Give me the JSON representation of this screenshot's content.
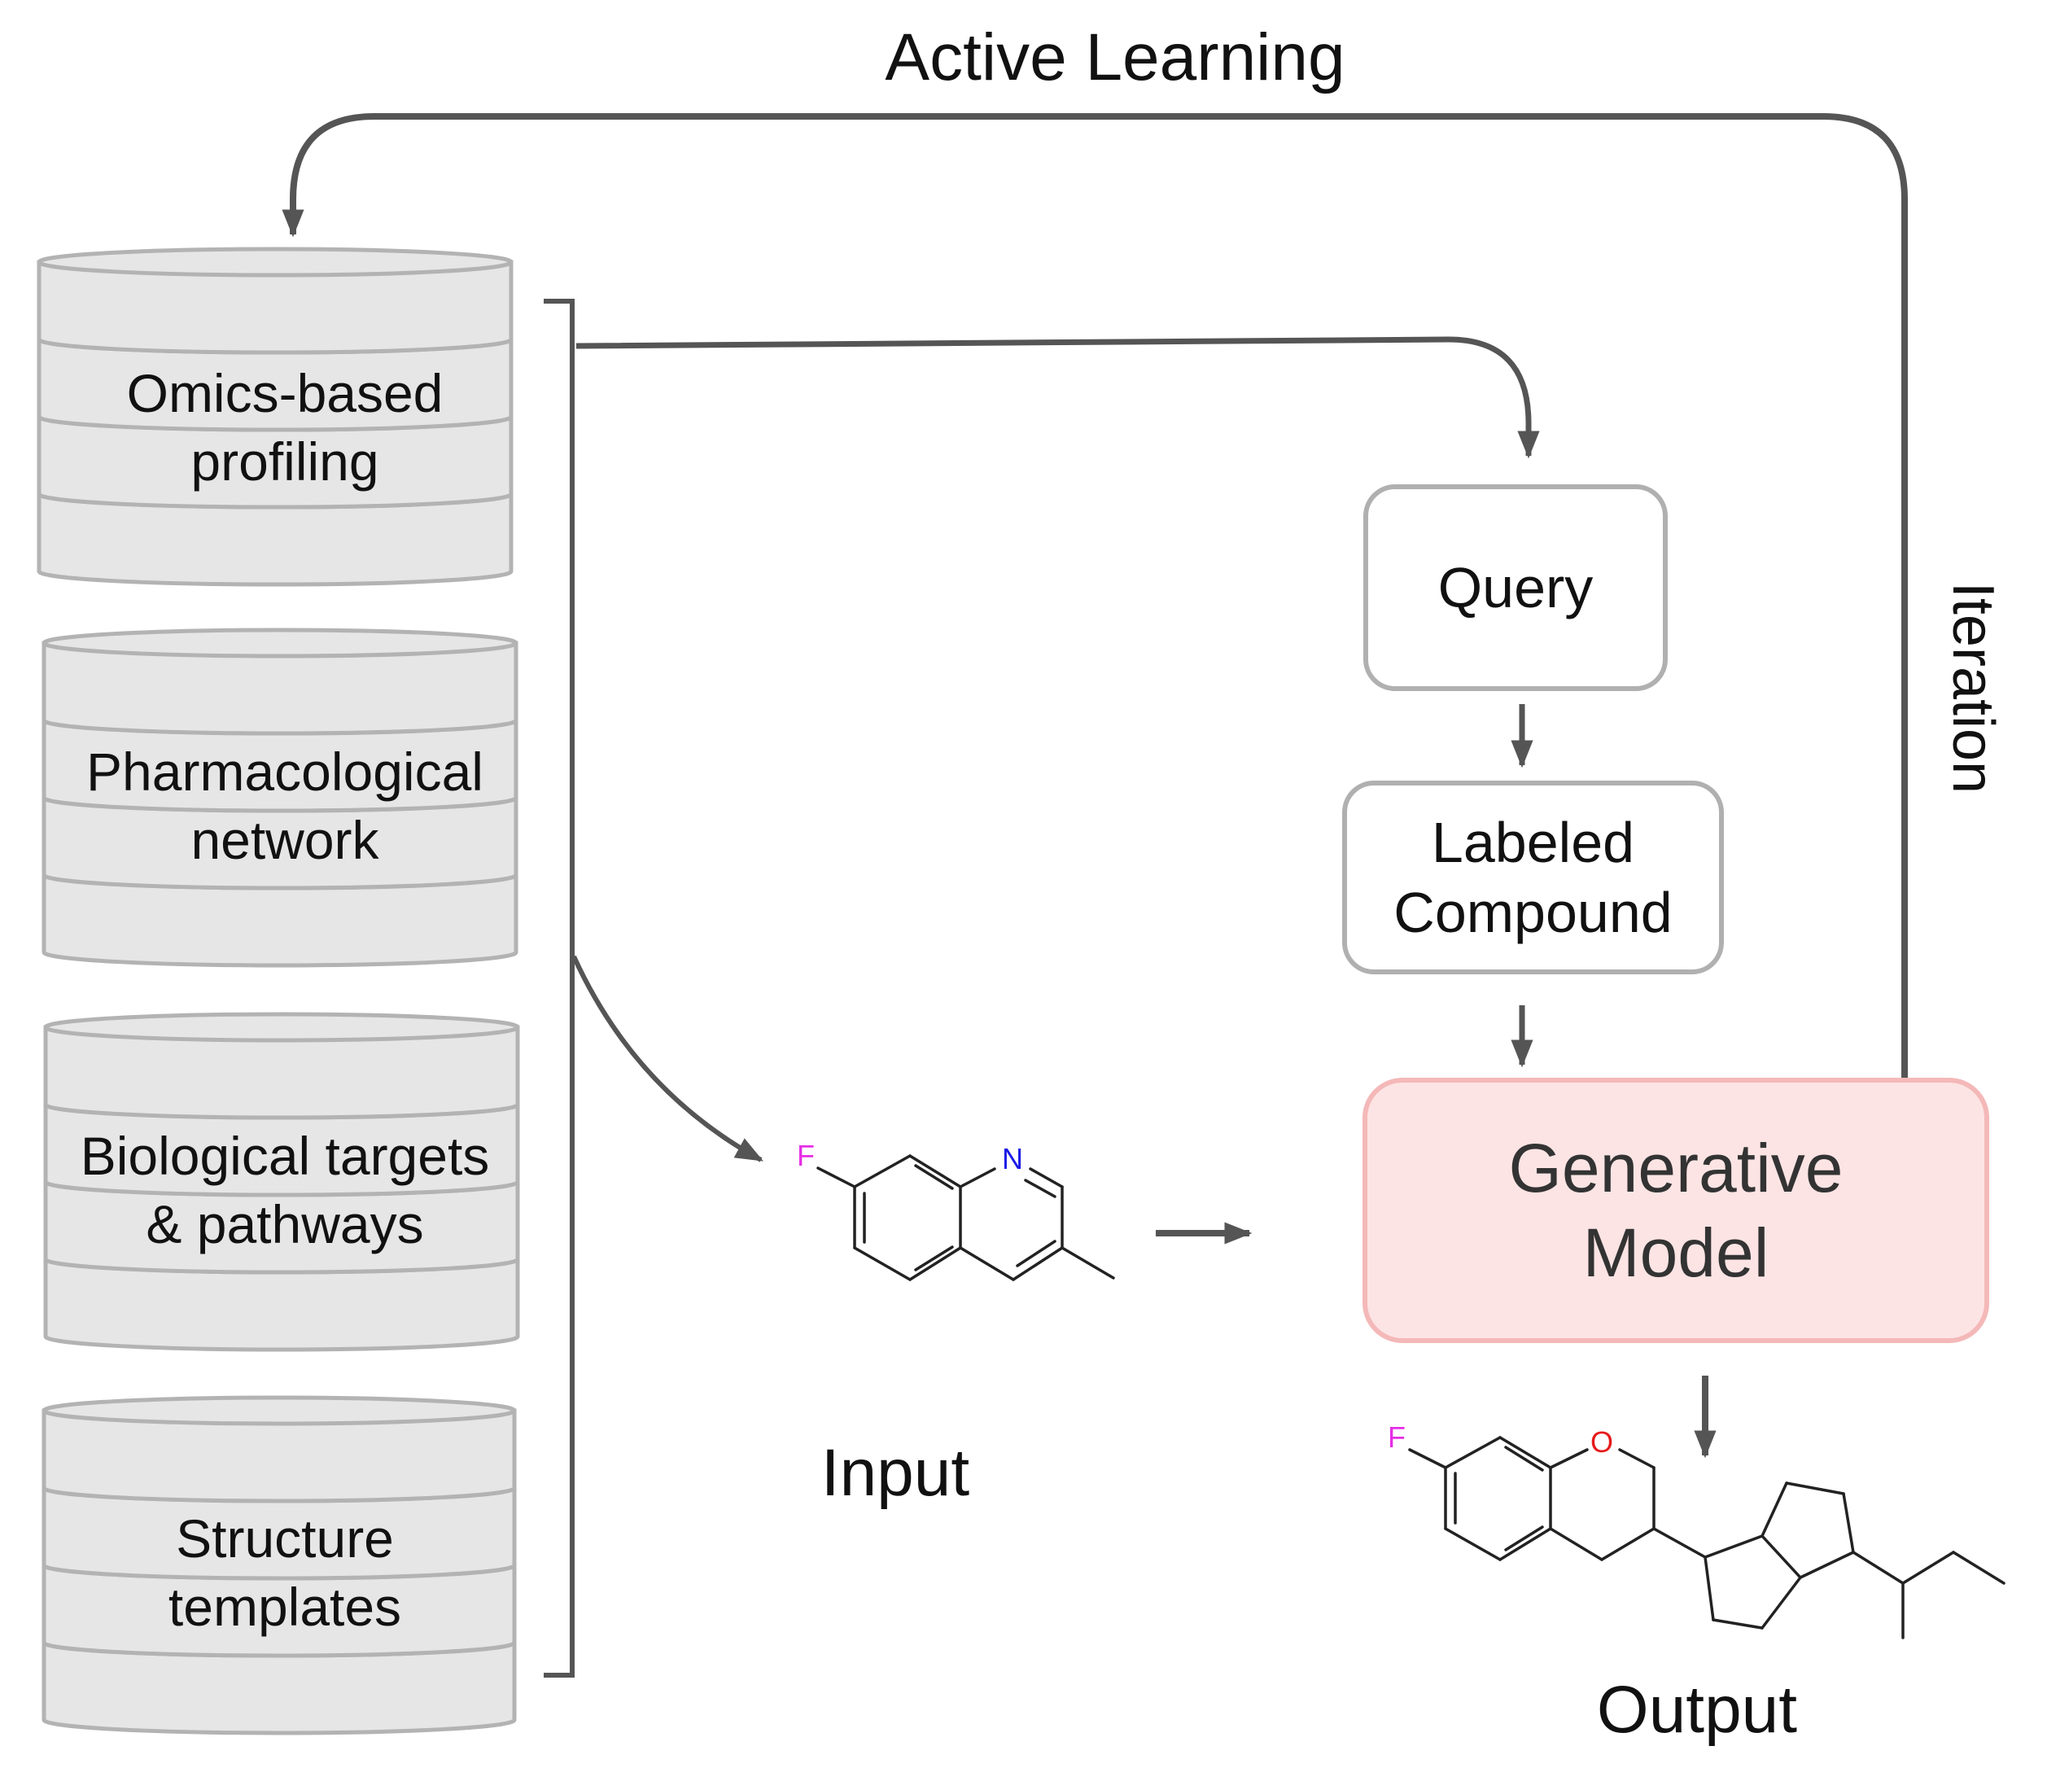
{
  "title": "Active Learning",
  "iteration_label": "Iteration",
  "databases": [
    {
      "line1": "Omics-based",
      "line2": "profiling"
    },
    {
      "line1": "Pharmacological",
      "line2": "network"
    },
    {
      "line1": "Biological targets",
      "line2": "& pathways"
    },
    {
      "line1": "Structure",
      "line2": "templates"
    }
  ],
  "query": {
    "label": "Query"
  },
  "labeled_compound": {
    "line1": "Labeled",
    "line2": "Compound"
  },
  "generative_model": {
    "line1": "Generative",
    "line2": "Model"
  },
  "input_label": "Input",
  "output_label": "Output",
  "input_molecule": {
    "atom_f": "F",
    "atom_n": "N"
  },
  "output_molecule": {
    "atom_f": "F",
    "atom_o": "O"
  },
  "colors": {
    "line": "#555555",
    "db_fill": "#e6e6e6",
    "db_stroke": "#b3b3b3",
    "box_stroke": "#b0b0b0",
    "model_fill": "#fde4e4",
    "model_stroke": "#f4b8b8",
    "fluorine": "#e62ee6",
    "nitrogen": "#1a1ae6",
    "oxygen": "#e61a1a"
  }
}
